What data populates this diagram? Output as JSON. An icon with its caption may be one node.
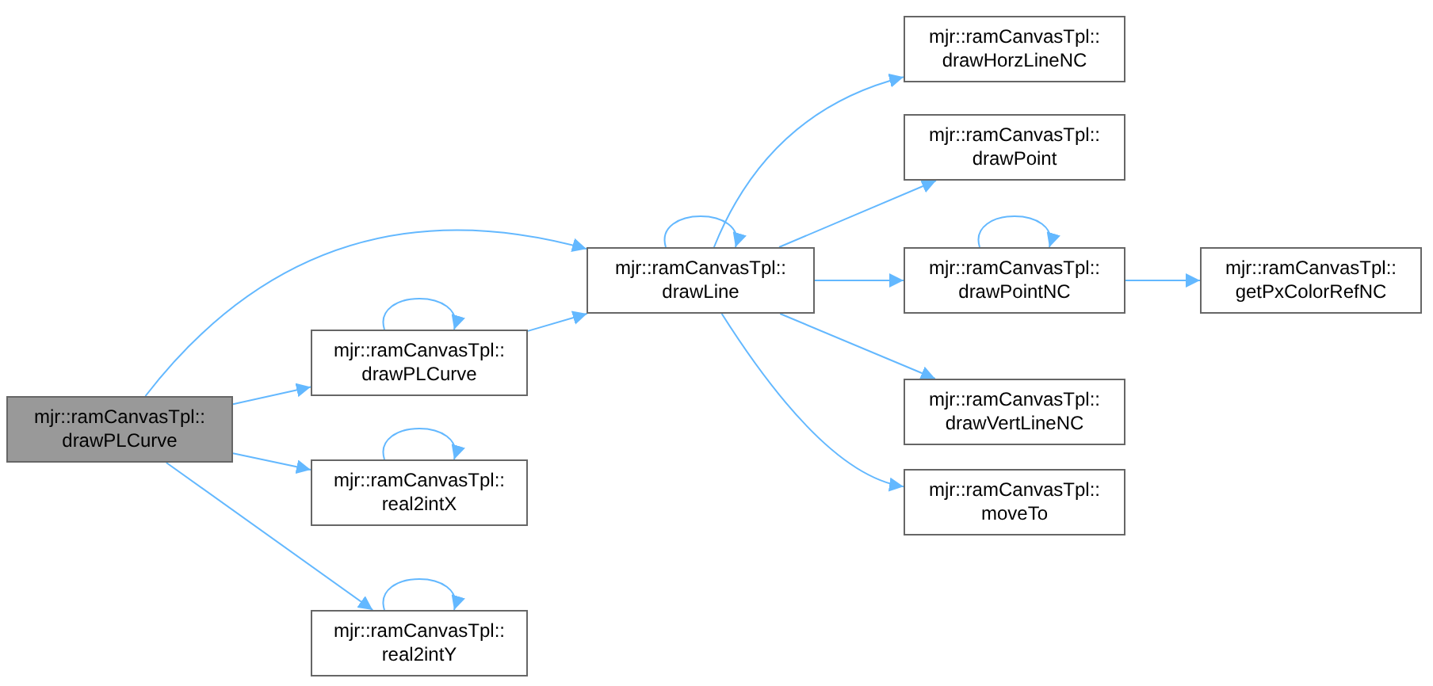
{
  "diagram": {
    "nodes": [
      {
        "text": [
          "mjr::ramCanvasTpl:: drawPLCurve"
        ]
      },
      {
        "text": [
          "mjr::ramCanvasTpl:: drawPLCurve"
        ]
      },
      {
        "text": [
          "mjr::ramCanvasTpl:: real2intX"
        ]
      },
      {
        "text": [
          "mjr::ramCanvasTpl:: real2intY"
        ]
      },
      {
        "text": [
          "mjr::ramCanvasTpl:: drawLine"
        ]
      },
      {
        "text": [
          "mjr::ramCanvasTpl:: drawHorzLineNC"
        ]
      },
      {
        "text": [
          "mjr::ramCanvasTpl:: drawPoint"
        ]
      },
      {
        "text": [
          "mjr::ramCanvasTpl:: drawPointNC"
        ]
      },
      {
        "text": [
          "mjr::ramCanvasTpl:: drawVertLineNC"
        ]
      },
      {
        "text": [
          "mjr::ramCanvasTpl:: moveTo"
        ]
      },
      {
        "text": [
          "mjr::ramCanvasTpl:: getPxColorRefNC"
        ]
      }
    ],
    "edges": [
      {
        "from": 0,
        "to": 4,
        "arrow": "to"
      },
      {
        "from": 0,
        "to": 1,
        "arrow": "to"
      },
      {
        "from": 0,
        "to": 2,
        "arrow": "to"
      },
      {
        "from": 0,
        "to": 3,
        "arrow": "to"
      },
      {
        "from": 1,
        "to": 1,
        "arrow": "to"
      },
      {
        "from": 1,
        "to": 4,
        "arrow": "to"
      },
      {
        "from": 2,
        "to": 2,
        "arrow": "to"
      },
      {
        "from": 3,
        "to": 3,
        "arrow": "to"
      },
      {
        "from": 4,
        "to": 4,
        "arrow": "to"
      },
      {
        "from": 4,
        "to": 5,
        "arrow": "to"
      },
      {
        "from": 4,
        "to": 6,
        "arrow": "to"
      },
      {
        "from": 4,
        "to": 7,
        "arrow": "to"
      },
      {
        "from": 4,
        "to": 8,
        "arrow": "to"
      },
      {
        "from": 4,
        "to": 9,
        "arrow": "to"
      },
      {
        "from": 7,
        "to": 7,
        "arrow": "to"
      },
      {
        "from": 7,
        "to": 10,
        "arrow": "to"
      }
    ]
  }
}
